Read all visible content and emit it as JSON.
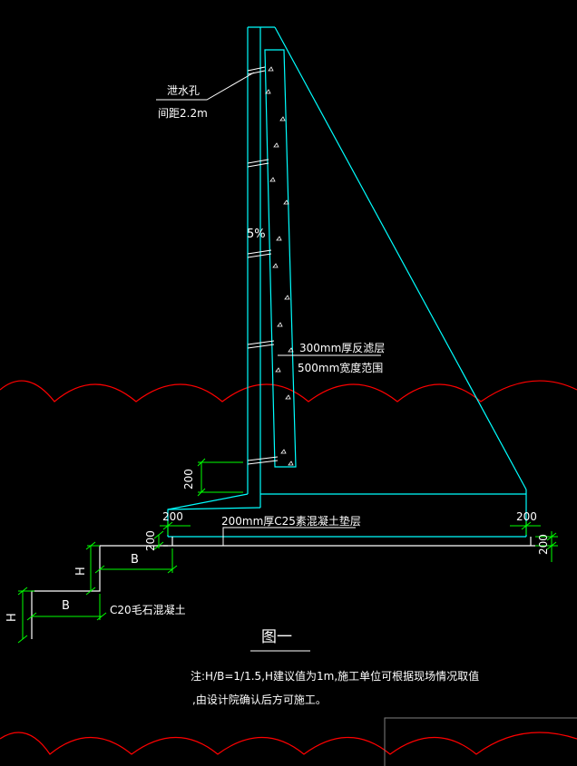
{
  "labels": {
    "drain_hole": "泄水孔",
    "drain_spacing": "间距2.2m",
    "slope": "5%",
    "filter_thickness": "300mm厚反滤层",
    "filter_width": "500mm宽度范围",
    "dim_200_left": "200",
    "dim_200_top_left": "200",
    "dim_200_vert_left": "200",
    "dim_200_top_right": "200",
    "dim_200_vert_right": "200",
    "cushion": "200mm厚C25素混凝土垫层",
    "dim_B_upper": "B",
    "dim_H_upper": "H",
    "dim_B_lower": "B",
    "dim_H_lower": "H",
    "rubble": "C20毛石混凝土",
    "figure_title": "图一",
    "note_line1": "注:H/B=1/1.5,H建议值为1m,施工单位可根据现场情况取值",
    "note_line2": ",由设计院确认后方可施工。"
  },
  "colors": {
    "outline": "#00ffff",
    "dimension": "#00ff00",
    "break_line": "#ff0000",
    "text": "#ffffff",
    "frame": "#808080"
  }
}
